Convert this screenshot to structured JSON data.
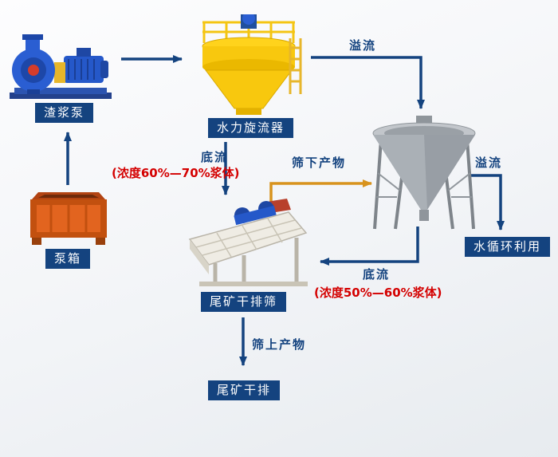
{
  "colors": {
    "navy": "#14437f",
    "red": "#d40000",
    "orange": "#d8931d"
  },
  "nodes": {
    "slurry_pump": {
      "label": "渣浆泵"
    },
    "hydrocyclone": {
      "label": "水力旋流器"
    },
    "pump_box": {
      "label": "泵箱"
    },
    "dewatering_screen": {
      "label": "尾矿干排筛"
    },
    "water_recycling": {
      "label": "水循环利用"
    },
    "tailings_dry_discharge": {
      "label": "尾矿干排"
    }
  },
  "flows": {
    "cyclone_overflow": {
      "label": "溢流"
    },
    "cone_overflow": {
      "label": "溢流"
    },
    "cyclone_underflow": {
      "label": "底流",
      "note": "(浓度60%—70%浆体)"
    },
    "cone_underflow": {
      "label": "底流",
      "note": "(浓度50%—60%浆体)"
    },
    "screen_undersize": {
      "label": "筛下产物"
    },
    "screen_oversize": {
      "label": "筛上产物"
    }
  }
}
